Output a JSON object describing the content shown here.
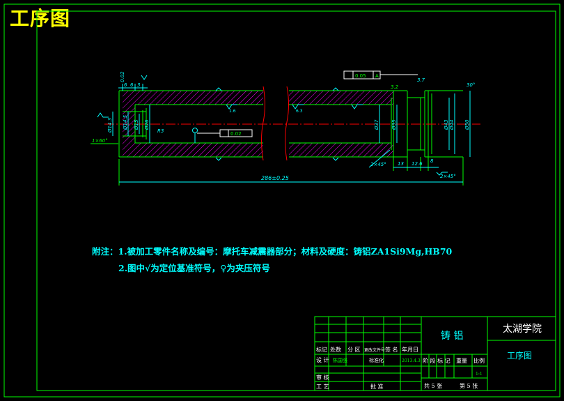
{
  "page_title": "工序图",
  "notes": {
    "prefix": "附注：",
    "line1": "1.被加工零件名称及编号：摩托车减震器部分；材料及硬度：铸铝ZA1Si9Mg,HB70",
    "line2": "2.图中√为定位基准符号，♀为夹压符号"
  },
  "dimensions": {
    "overall_length": "286±0.25",
    "d_left_1": "Ø14.3",
    "d_left_2": "Ø14.5",
    "d_left_3": "Ø15",
    "d_left_4": "Ø26",
    "d_right_1": "Ø37",
    "d_right_2": "Ø35",
    "d_right_3": "Ø43",
    "d_right_4": "Ø44",
    "d_right_5": "Ø50",
    "chamfer_left": "2×45°",
    "chamfer_right": "2×45°",
    "r_left": "R3",
    "c1": "1×60°",
    "len_13": "13",
    "len_12_6": "12.6",
    "len_8": "8",
    "len_6": "6",
    "len_3": "3",
    "len_6_2": "6",
    "ang_30": "30°",
    "dim_3_7": "3.7",
    "tol_perp_left": "0.02",
    "tol_perp_right": "0.05",
    "datum": "A",
    "rough": "3.2",
    "rough2": "1.6",
    "rough3": "6.3"
  },
  "title_block": {
    "material": "铸  铝",
    "school": "太湖学院",
    "drawing_name": "工序图",
    "row_labels": [
      "标记",
      "处数",
      "分 区",
      "更改文件号",
      "签 名",
      "年月日"
    ],
    "design_label": "设 计",
    "designer": "陈国强",
    "std_label": "标准化",
    "date": "2013.4.3",
    "stage_label": "阶 段 标 记",
    "weight_label": "重量",
    "scale_label": "比例",
    "scale": "1:1",
    "review_label": "审 核",
    "process_label": "工 艺",
    "approve_label": "批 准",
    "sheets_total": "共 5 张",
    "sheet_no": "第 5 张"
  },
  "colors": {
    "frame": "#00ff00",
    "hatch": "#ff00ff",
    "center": "#ff0000",
    "dim": "#00ffff",
    "title": "#ffff00",
    "white": "#ffffff"
  }
}
